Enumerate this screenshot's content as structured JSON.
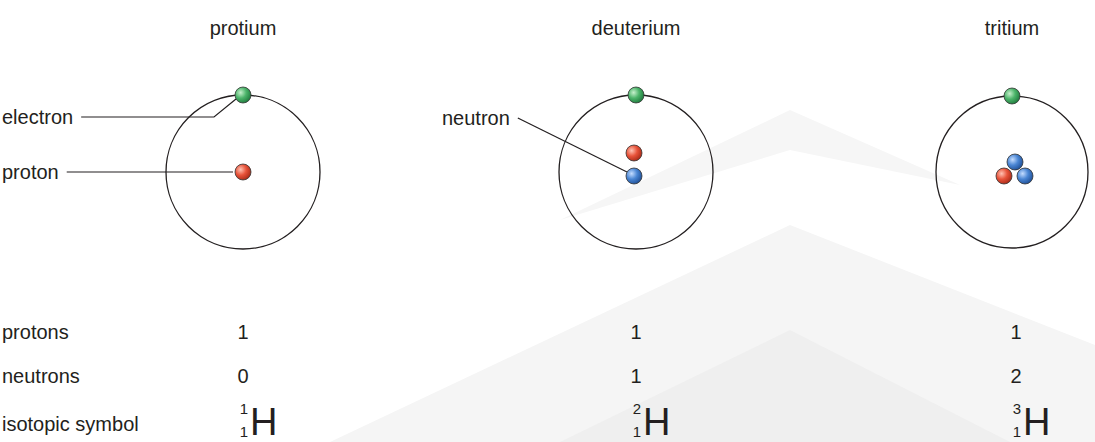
{
  "diagram": {
    "nodes": [
      {
        "text": [
          "protium"
        ]
      },
      {
        "text": [
          "deuterium"
        ]
      },
      {
        "text": [
          "tritium"
        ]
      }
    ],
    "labels": [
      "electron",
      "proton",
      "neutron",
      "protons",
      "1",
      "1",
      "1",
      "neutrons",
      "0",
      "1",
      "2",
      "isotopic symbol",
      "1",
      "1",
      "H",
      "2",
      "1",
      "H",
      "3",
      "1",
      "H"
    ]
  }
}
